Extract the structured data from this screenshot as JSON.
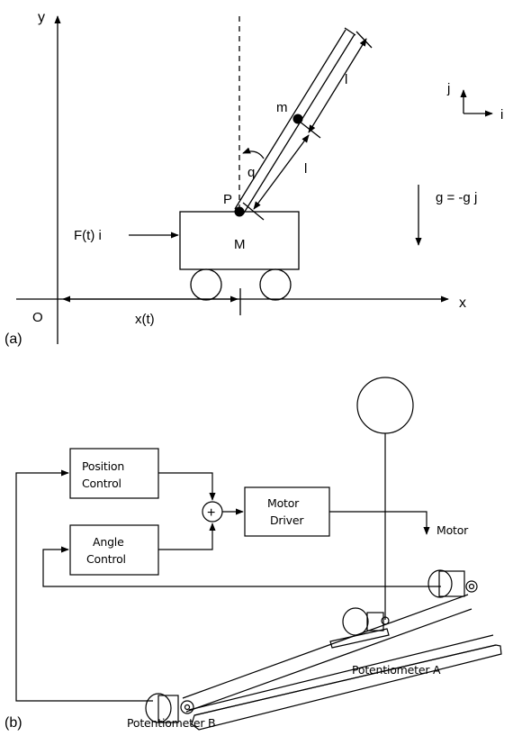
{
  "panel_a": {
    "label": "(a)",
    "axis_y": "y",
    "axis_x": "x",
    "origin": "O",
    "cart_position": "x(t)",
    "force": "F(t) i",
    "cart_mass": "M",
    "pivot": "P",
    "angle": "q",
    "point_mass": "m",
    "half_length_upper": "l",
    "half_length_lower": "l",
    "gravity": "g = -g j",
    "unit_j": "j",
    "unit_i": "i"
  },
  "panel_b": {
    "label": "(b)",
    "position_control": [
      "Position",
      "Control"
    ],
    "angle_control": [
      "Angle",
      "Control"
    ],
    "summing_sign": "+",
    "motor_driver": [
      "Motor",
      "Driver"
    ],
    "motor": "Motor",
    "potentiometer_a": "Potentiometer A",
    "potentiometer_b": "Potentiometer B"
  },
  "colors": {
    "ink": "#000000",
    "paper": "#ffffff"
  }
}
